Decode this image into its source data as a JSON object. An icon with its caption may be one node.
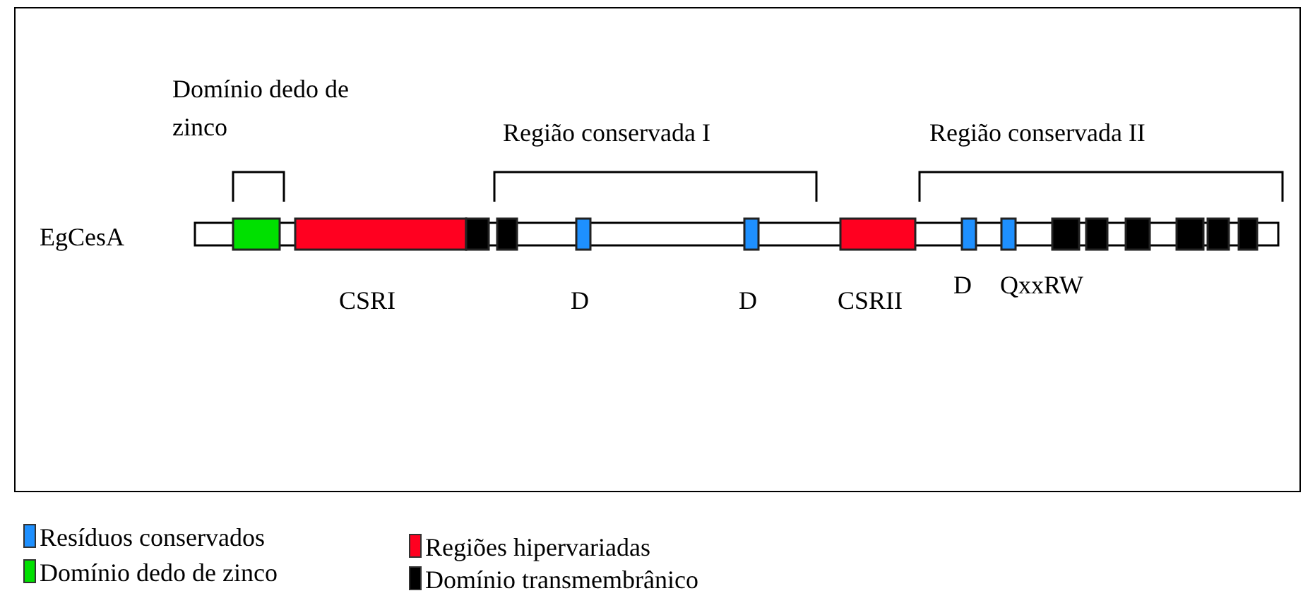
{
  "diagram": {
    "labels": [
      "Domínio dedo de zinco",
      "Região conservada I",
      "Região conservada II",
      "EgCesA",
      "CSRI",
      "D",
      "D",
      "CSRII",
      "D",
      "QxxRW"
    ],
    "legend": [
      {
        "text": "Resíduos conservados",
        "color": "#1e90ff"
      },
      {
        "text": "Domínio dedo de zinco",
        "color": "#00e000"
      },
      {
        "text": "Regiões hipervariadas",
        "color": "#ff0020"
      },
      {
        "text": "Domínio transmembrânico",
        "color": "#000000"
      }
    ]
  }
}
